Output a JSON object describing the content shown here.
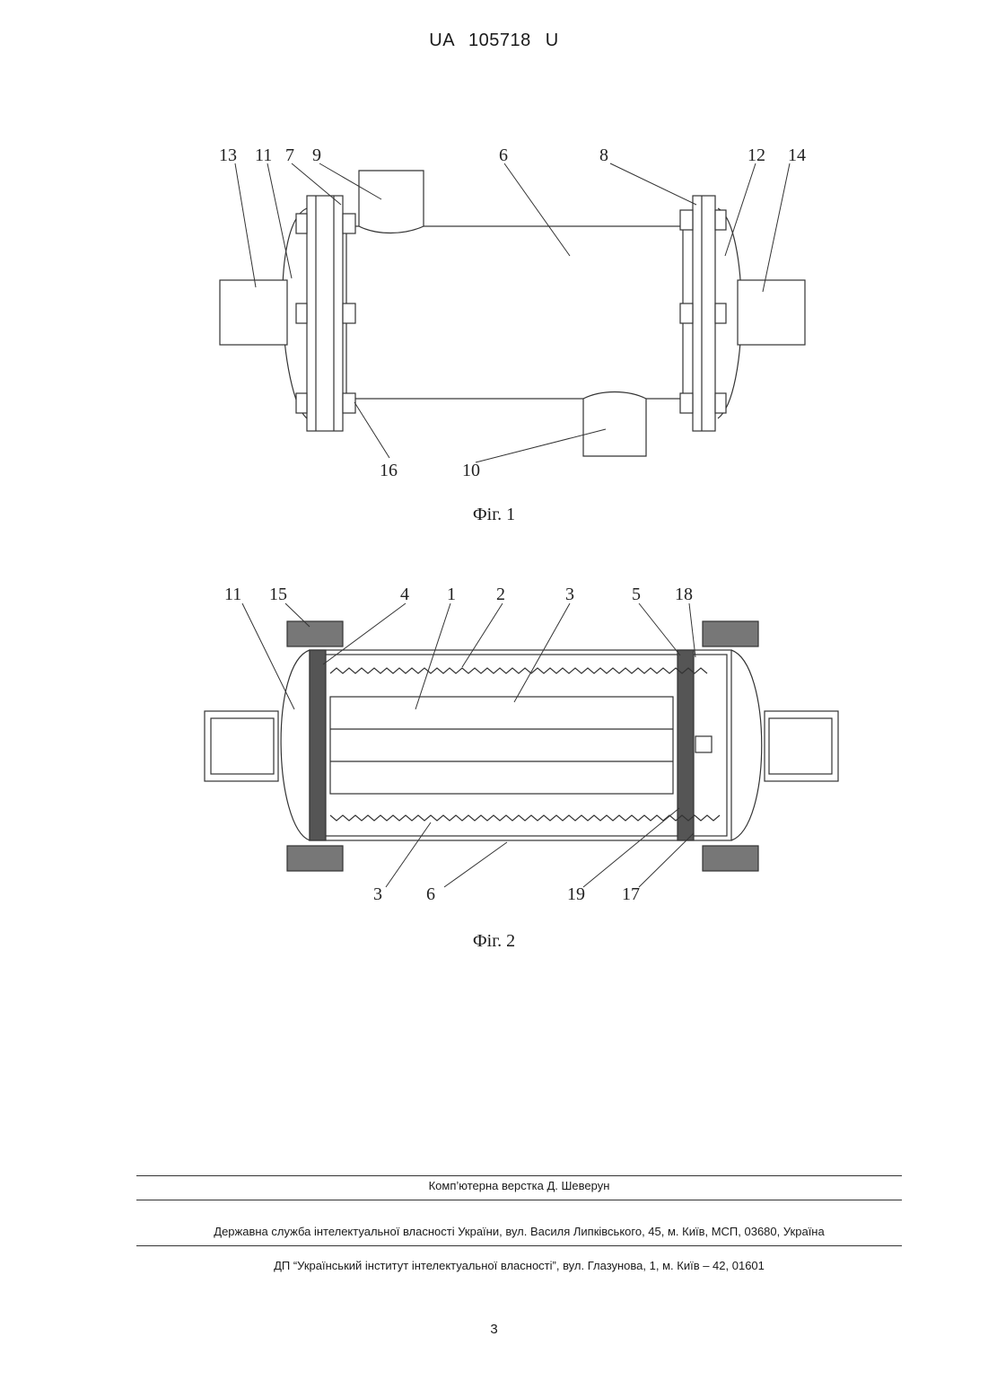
{
  "header": {
    "doc_number": "UA   105718   U"
  },
  "fig1": {
    "caption": "Фіг. 1",
    "labels": {
      "l13": "13",
      "l11": "11",
      "l7": "7",
      "l9": "9",
      "l6": "6",
      "l8": "8",
      "l12": "12",
      "l14": "14",
      "l16": "16",
      "l10": "10"
    }
  },
  "fig2": {
    "caption": "Фіг. 2",
    "labels": {
      "l11": "11",
      "l15": "15",
      "l4": "4",
      "l1": "1",
      "l2": "2",
      "l3": "3",
      "l5": "5",
      "l18": "18",
      "l3b": "3",
      "l6": "6",
      "l19": "19",
      "l17": "17"
    }
  },
  "footer": {
    "layout": "Комп’ютерна верстка Д. Шеверун",
    "service": "Державна служба інтелектуальної власності України, вул. Василя Липківського, 45, м. Київ, МСП, 03680, Україна",
    "institute": "ДП “Український інститут інтелектуальної власності”, вул. Глазунова, 1, м. Київ – 42, 01601"
  },
  "page_number": "3"
}
